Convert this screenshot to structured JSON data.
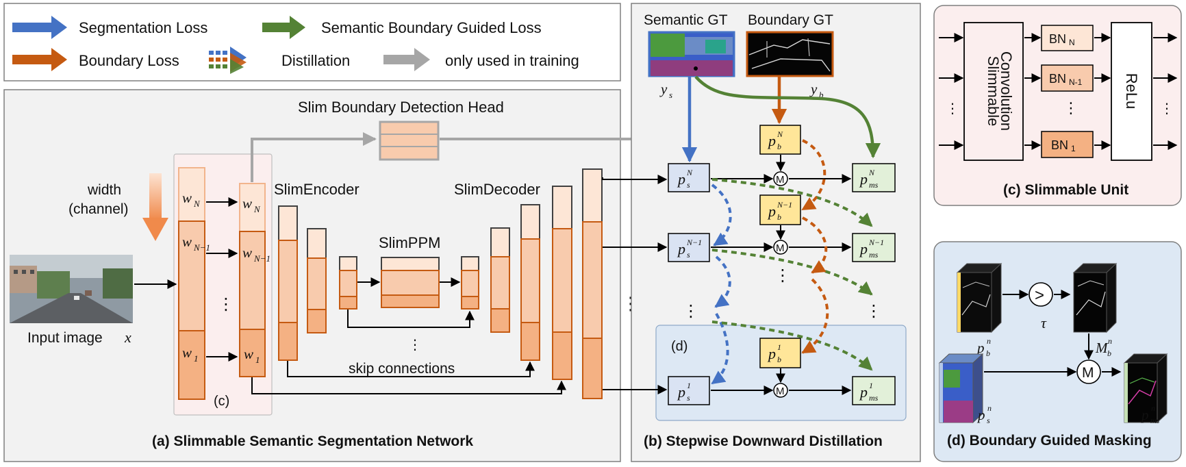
{
  "legend": {
    "seg_loss": "Segmentation Loss",
    "boundary_guided_loss": "Semantic Boundary Guided Loss",
    "boundary_loss": "Boundary Loss",
    "distillation": "Distillation",
    "training_only": "only used in training"
  },
  "network": {
    "caption": "(a) Slimmable Semantic Segmentation Network",
    "slim_boundary_head": "Slim Boundary Detection Head",
    "width_label_1": "width",
    "width_label_2": "(channel)",
    "input_label": "Input image",
    "input_var": "x",
    "slim_encoder": "SlimEncoder",
    "slim_decoder": "SlimDecoder",
    "slim_ppm": "SlimPPM",
    "skip_connections": "skip connections",
    "unit_ref": "(c)",
    "w_n": "w",
    "w_n_sub": "N",
    "w_n1_sub": "N−1",
    "w_1_sub": "1",
    "ellipsis_v": "⋮",
    "ellipsis_h": "⋮"
  },
  "distill": {
    "caption": "(b) Stepwise Downward Distillation",
    "semantic_gt": "Semantic GT",
    "boundary_gt": "Boundary GT",
    "y_s": "y",
    "y_s_sub": "s",
    "y_b": "y",
    "y_b_sub": "b",
    "mask_symbol": "M",
    "panel_ref": "(d)",
    "p": "p",
    "sub_s": "s",
    "sub_b": "b",
    "sub_ms": "ms",
    "sup_N": "N",
    "sup_N1": "N−1",
    "sup_1": "1",
    "ellipsis": "⋮"
  },
  "unit": {
    "caption": "(c) Slimmable Unit",
    "conv_line1": "Slimmable",
    "conv_line2": "Convolution",
    "bn_n": "BN",
    "bn_n_sub": "N",
    "bn_n1": "BN",
    "bn_n1_sub": "N-1",
    "bn_1": "BN",
    "bn_1_sub": "1",
    "relu": "ReLu",
    "ellipsis": "⋮"
  },
  "masking": {
    "caption": "(d) Boundary Guided Masking",
    "threshold_symbol": ">",
    "tau": "τ",
    "mask_symbol": "M",
    "p": "p",
    "M": "M",
    "sub_b": "b",
    "sub_s": "s",
    "sub_ms": "ms",
    "sup_n": "n"
  },
  "colors": {
    "seg_blue": "#4472c4",
    "guided_green": "#548235",
    "boundary_orange": "#c55a11",
    "training_gray": "#a6a6a6",
    "orange_light": "#fbe5d6",
    "orange_mid": "#f8cbad",
    "orange_dark": "#f4b183",
    "ps_fill": "#dae3f3",
    "pb_fill": "#ffe699",
    "pms_fill": "#e2f0d9",
    "panel_gray": "#f2f2f2",
    "panel_pink": "#fbeeee",
    "panel_blue": "#dde8f4"
  }
}
